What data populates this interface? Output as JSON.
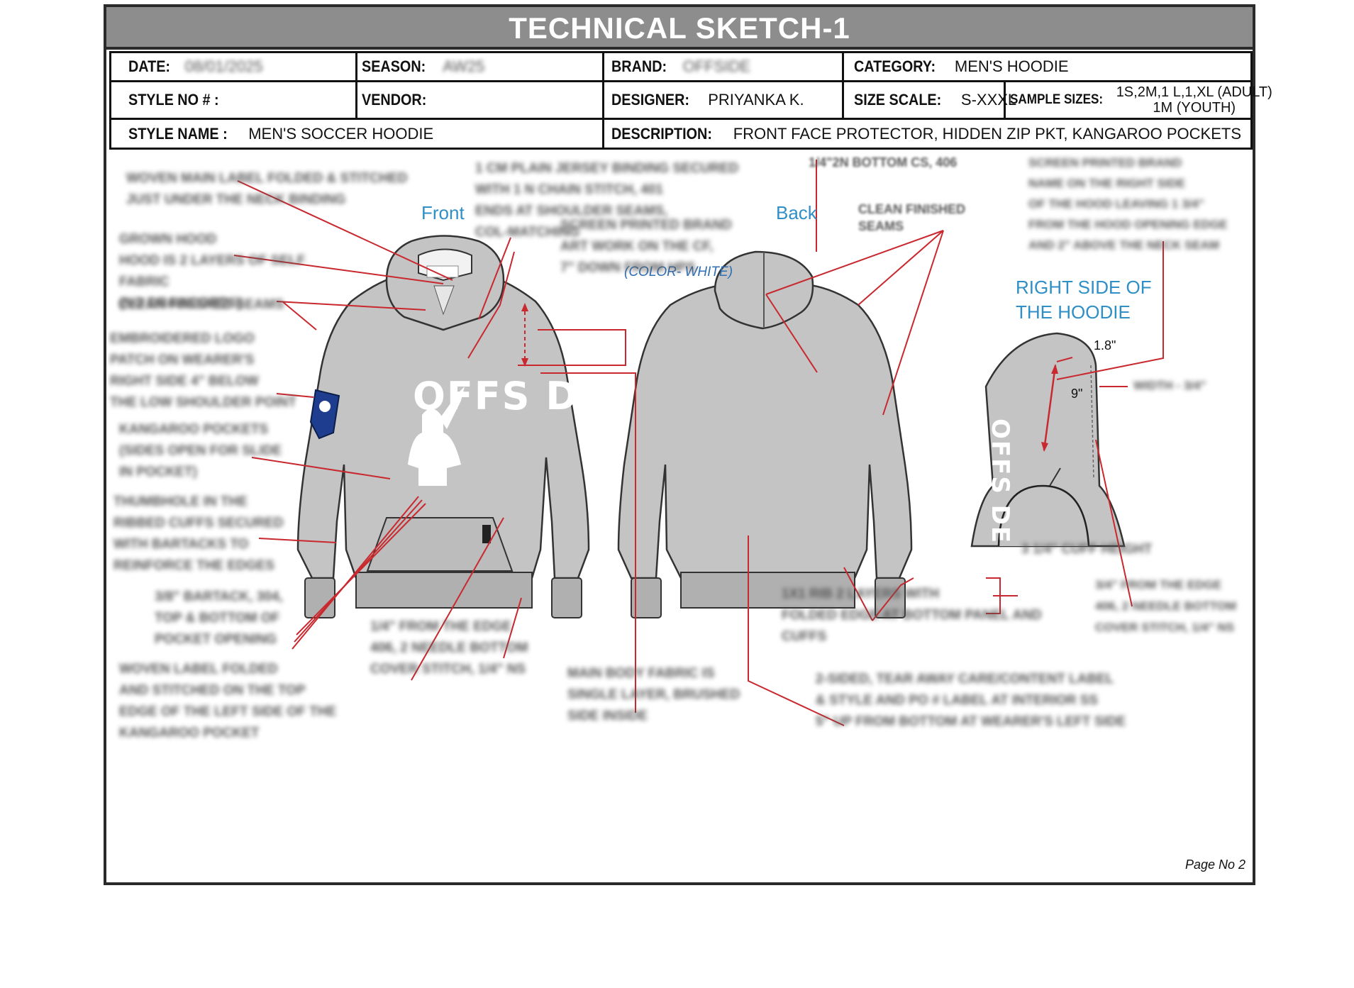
{
  "title": "TECHNICAL SKETCH-1",
  "header": {
    "date_label": "DATE:",
    "date_value": "08/01/2025",
    "season_label": "SEASON:",
    "season_value": "AW25",
    "brand_label": "BRAND:",
    "brand_value": "OFFSIDE",
    "category_label": "CATEGORY:",
    "category_value": "MEN'S HOODIE",
    "style_no_label": "STYLE NO # :",
    "style_no_value": "",
    "vendor_label": "VENDOR:",
    "vendor_value": "",
    "designer_label": "DESIGNER:",
    "designer_value": "PRIYANKA K.",
    "size_scale_label": "SIZE SCALE:",
    "size_scale_value": "S-XXXL",
    "sample_sizes_label": "SAMPLE SIZES:",
    "sample_sizes_line1": "1S,2M,1 L,1,XL (ADULT)",
    "sample_sizes_line2": "1M (YOUTH)",
    "style_name_label": "STYLE NAME :",
    "style_name_value": "MEN'S SOCCER HOODIE",
    "description_label": "DESCRIPTION:",
    "description_value": "FRONT FACE PROTECTOR, HIDDEN ZIP PKT, KANGAROO POCKETS"
  },
  "views": {
    "front": "Front",
    "back": "Back",
    "side_line1": "RIGHT SIDE OF",
    "side_line2": "THE HOODIE"
  },
  "graphic": {
    "brand_print": "OFFS DE",
    "color_note": "(COLOR- WHITE)"
  },
  "notes": {
    "main_label": "WOVEN MAIN LABEL FOLDED & STITCHED\nJUST UNDER THE NECK BINDING",
    "binding": "1 CM PLAIN JERSEY BINDING SECURED\nWITH 1 N CHAIN STITCH, 401\nENDS AT SHOULDER SEAMS,\nCOL-MATCHING",
    "hood": "GROWN HOOD\nHOOD IS 2 LAYERS OF SELF\nFABRIC\n(NO DRAWCORDS)",
    "screen_print_front": "SCREEN PRINTED BRAND\nART WORK ON THE CF,\n7\" DOWN FROM HPS",
    "clean_seams_front": "CLEAN FINISHED SEAMS",
    "embroidered_logo": "EMBROIDERED LOGO\nPATCH ON WEARER'S\nRIGHT SIDE 4\" BELOW\nTHE LOW SHOULDER POINT",
    "kangaroo": "KANGAROO POCKETS\n(SIDES OPEN FOR SLIDE\nIN POCKET)",
    "thumbhole": "THUMBHOLE IN THE\nRIBBED CUFFS SECURED\nWITH BARTACKS TO\nREINFORCE THE EDGES",
    "bartack": "3/8\" BARTACK, 304,\nTOP & BOTTOM OF\nPOCKET OPENING",
    "pocket_stitch": "1/4\" FROM THE EDGE\n406, 2 NEEDLE BOTTOM\nCOVER STITCH, 1/4\" NS",
    "woven_label_pocket": "WOVEN LABEL FOLDED\nAND STITCHED ON THE TOP\nEDGE OF THE LEFT SIDE OF THE\nKANGAROO POCKET",
    "main_fabric": "MAIN BODY FABRIC IS\nSINGLE LAYER, BRUSHED\nSIDE INSIDE",
    "bottom_cs": "1/4\"2N BOTTOM CS, 406",
    "clean_seams_back": "CLEAN FINISHED\nSEAMS",
    "screen_print_hood": "SCREEN PRINTED BRAND\nNAME ON THE RIGHT SIDE\nOF THE HOOD LEAVING 1 3/4\"\nFROM THE HOOD OPENING EDGE\nAND 2\" ABOVE THE NECK SEAM",
    "cuff_height": "3 1/4\" CUFF HEIGHT",
    "rib": "1X1 RIB 2 LAYERS WITH\nFOLDED EDGE AT BOTTOM PANEL AND\nCUFFS",
    "care_label": "2-SIDED, TEAR AWAY CARE/CONTENT LABEL\n& STYLE AND PO # LABEL AT INTERIOR SS\n5\" UP FROM BOTTOM AT WEARER'S LEFT SIDE",
    "hood_stitch": "3/4\" FROM THE EDGE\n406, 2 NEEDLE BOTTOM\nCOVER STITCH, 1/4\" NS",
    "width": "WIDTH - 3/4\""
  },
  "dimensions": {
    "d1": "1.8\"",
    "d2": "9\""
  },
  "page_no": "Page No 2",
  "colors": {
    "garment": "#c4c4c4",
    "callout_line": "#c8282e",
    "view_title": "#2f8fc6",
    "title_bar": "#8d8d8d"
  }
}
